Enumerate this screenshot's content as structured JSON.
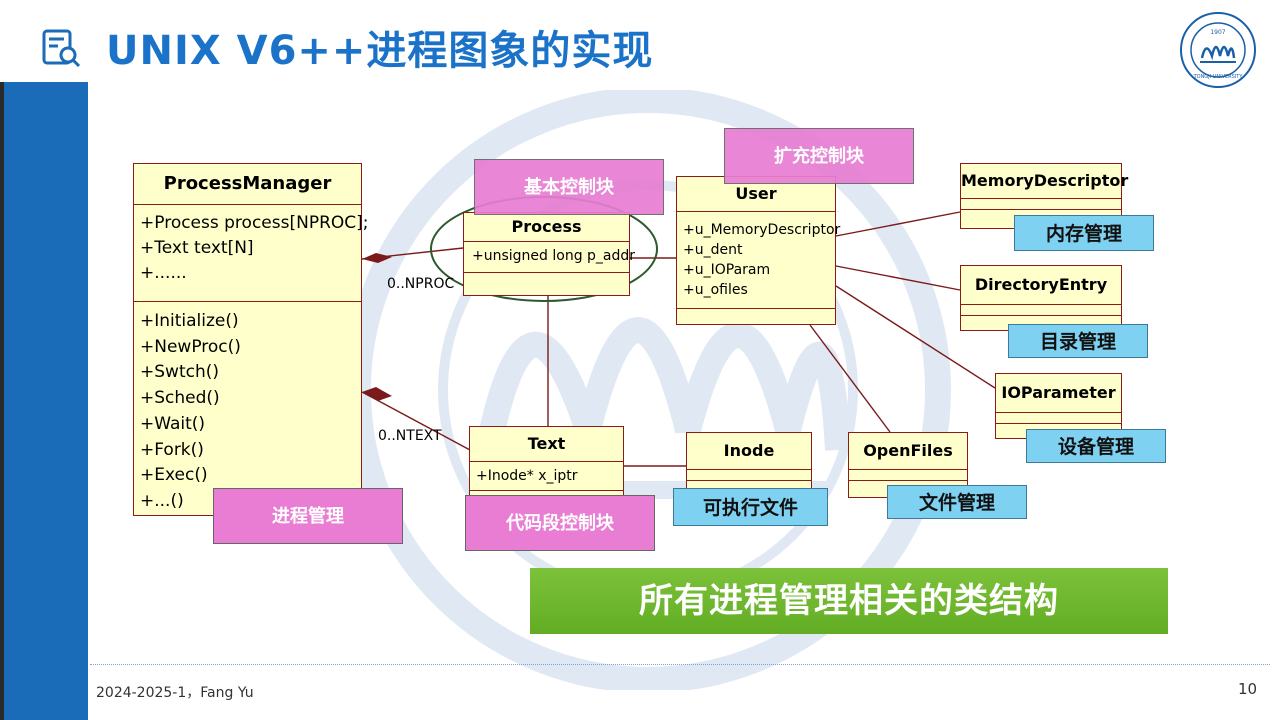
{
  "header": {
    "title": "UNIX V6++进程图象的实现",
    "icon": "document-search-icon",
    "logo_year": "1907",
    "logo_text": "TONGJI UNIVERSITY"
  },
  "colors": {
    "sidebar": "#1a6bb8",
    "title": "#1a73c8",
    "class_fill": "#ffffcc",
    "class_border": "#8b1a1a",
    "pink_tag": "#e87dd3",
    "blue_tag": "#7ed1f0",
    "banner": "#6cb52c"
  },
  "classes": {
    "process_manager": {
      "name": "ProcessManager",
      "attributes": [
        "+Process process[NPROC];",
        "+Text text[N]",
        "+......"
      ],
      "methods": [
        "+Initialize()",
        "+NewProc()",
        "+Swtch()",
        "+Sched()",
        "+Wait()",
        "+Fork()",
        "+Exec()",
        "+...()"
      ]
    },
    "process": {
      "name": "Process",
      "attributes": [
        "+unsigned long p_addr"
      ]
    },
    "user": {
      "name": "User",
      "attributes": [
        "+u_MemoryDescriptor",
        "+u_dent",
        "+u_IOParam",
        "+u_ofiles"
      ]
    },
    "text": {
      "name": "Text",
      "attributes": [
        "+Inode* x_iptr"
      ]
    },
    "inode": {
      "name": "Inode"
    },
    "openfiles": {
      "name": "OpenFiles"
    },
    "memory_descriptor": {
      "name": "MemoryDescriptor"
    },
    "directory_entry": {
      "name": "DirectoryEntry"
    },
    "io_parameter": {
      "name": "IOParameter"
    }
  },
  "multiplicities": {
    "nproc": "0..NPROC",
    "ntext": "0..NTEXT"
  },
  "tags": {
    "basic_control_block": "基本控制块",
    "extended_control_block": "扩充控制块",
    "process_management": "进程管理",
    "code_segment_control_block": "代码段控制块",
    "memory_management": "内存管理",
    "directory_management": "目录管理",
    "device_management": "设备管理",
    "executable_file": "可执行文件",
    "file_management": "文件管理"
  },
  "banner": "所有进程管理相关的类结构",
  "footer": {
    "left": "2024-2025-1，Fang Yu",
    "page_number": "10"
  }
}
